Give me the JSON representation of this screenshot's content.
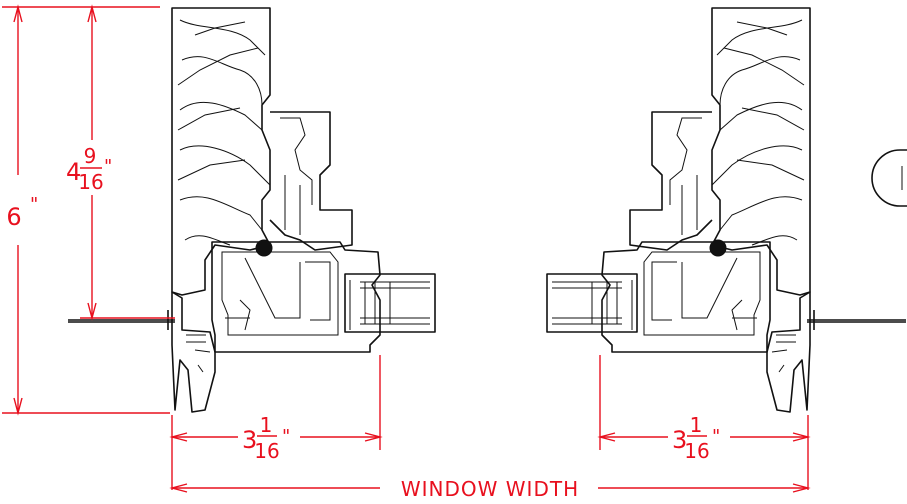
{
  "dimensions": {
    "height_total": {
      "whole": "6",
      "unit": "\""
    },
    "height_partial": {
      "whole": "4",
      "num": "9",
      "den": "16",
      "unit": "\""
    },
    "frame_left": {
      "whole": "3",
      "num": "1",
      "den": "16",
      "unit": "\""
    },
    "frame_right": {
      "whole": "3",
      "num": "1",
      "den": "16",
      "unit": "\""
    },
    "window_width": "WINDOW WIDTH"
  },
  "colors": {
    "dimension": "#e8101e",
    "linework": "#111111"
  }
}
